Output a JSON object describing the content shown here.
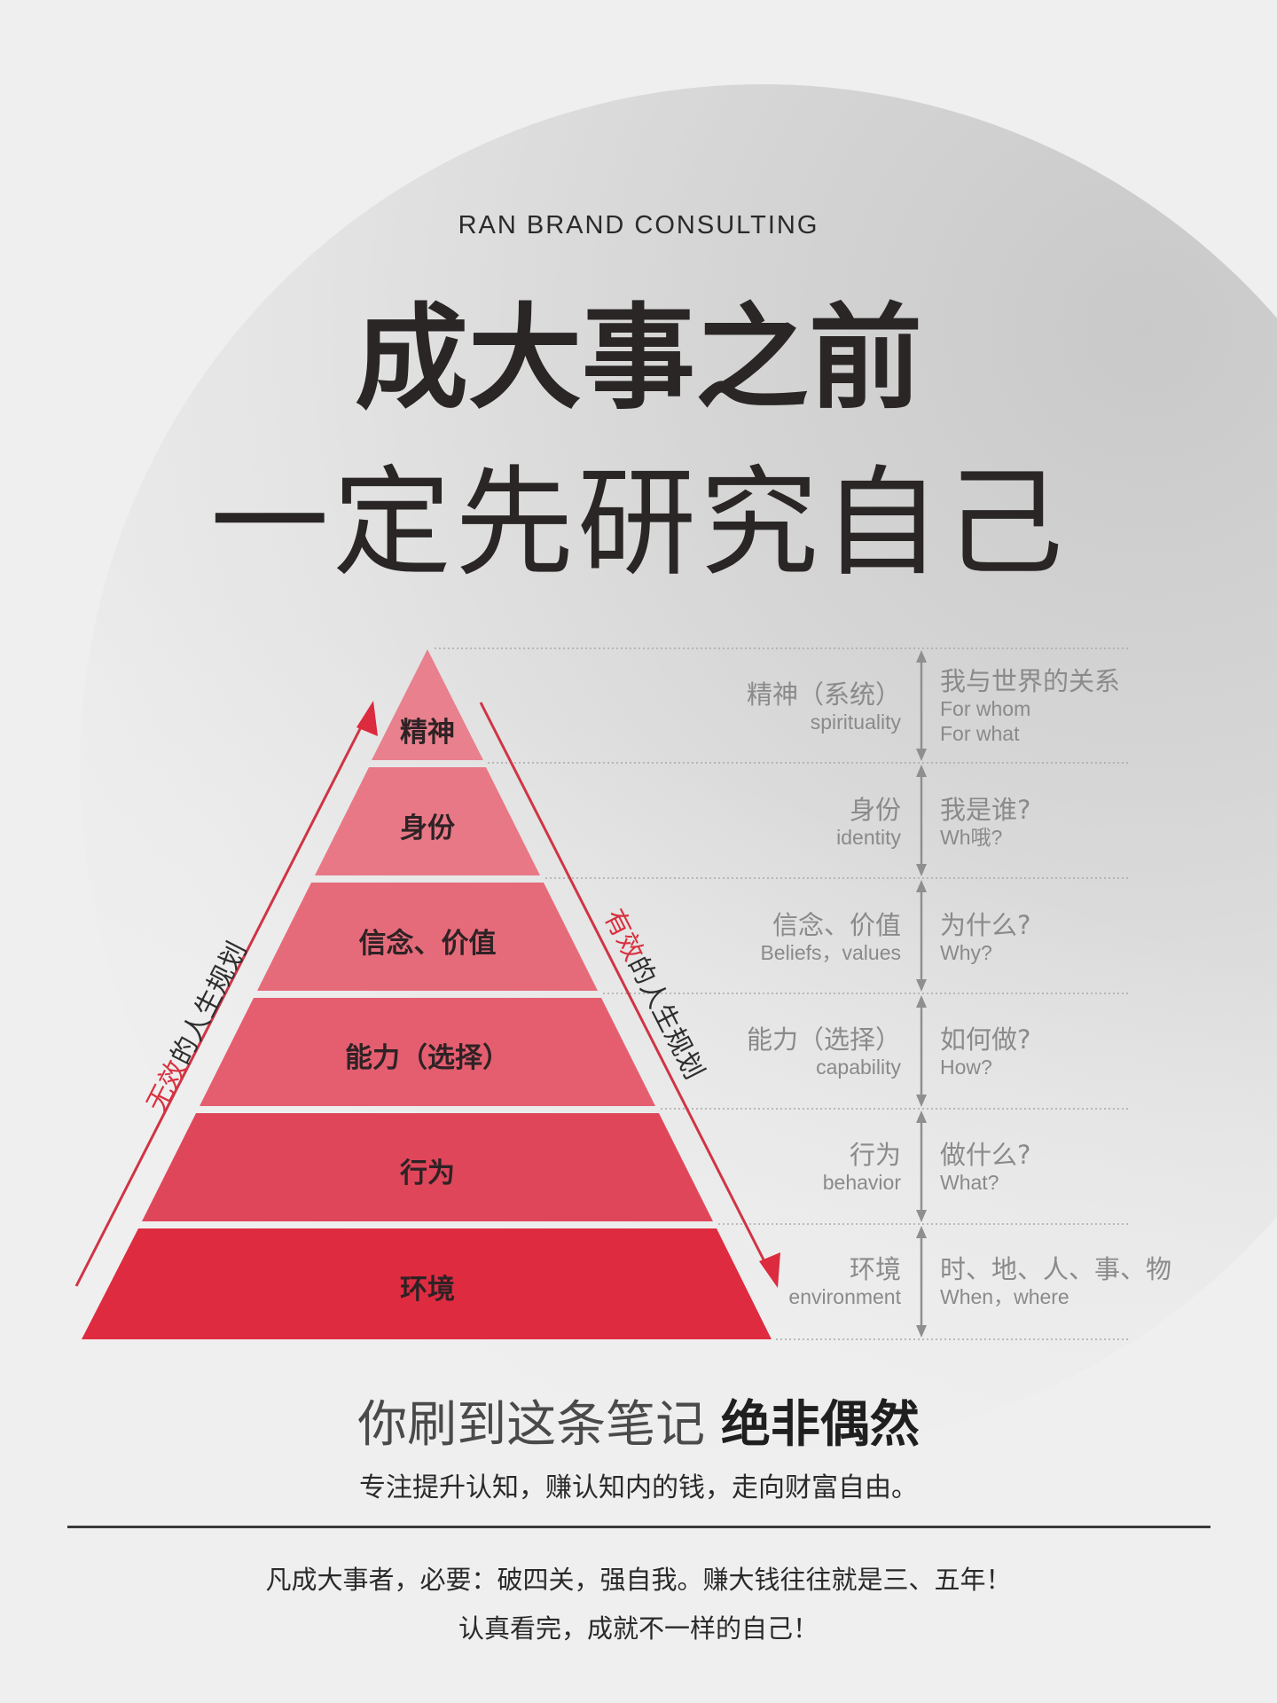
{
  "header": {
    "brand": "RAN BRAND CONSULTING",
    "title_line1": "成大事之前",
    "title_line2": "一定先研究自己"
  },
  "pyramid": {
    "tiers": [
      {
        "label": "精神",
        "color": "#e8808d"
      },
      {
        "label": "身份",
        "color": "#e87886"
      },
      {
        "label": "信念、价值",
        "color": "#e66b7a"
      },
      {
        "label": "能力（选择）",
        "color": "#e45e6f"
      },
      {
        "label": "行为",
        "color": "#e0465a"
      },
      {
        "label": "环境",
        "color": "#de2b40"
      }
    ],
    "left_arrow": {
      "highlight": "无效",
      "rest": "的人生规划"
    },
    "right_arrow": {
      "highlight": "有效",
      "rest": "的人生规划"
    },
    "accent_color": "#d9303f"
  },
  "levels": [
    {
      "zh": "精神（系统）",
      "en": "spirituality",
      "q_zh": "我与世界的关系",
      "q_en": [
        "For whom",
        "For what"
      ]
    },
    {
      "zh": "身份",
      "en": "identity",
      "q_zh": "我是谁?",
      "q_en": [
        "Wh哦?"
      ]
    },
    {
      "zh": "信念、价值",
      "en": "Beliefs，values",
      "q_zh": "为什么?",
      "q_en": [
        "Why?"
      ]
    },
    {
      "zh": "能力（选择）",
      "en": "capability",
      "q_zh": "如何做?",
      "q_en": [
        "How?"
      ]
    },
    {
      "zh": "行为",
      "en": "behavior",
      "q_zh": "做什么?",
      "q_en": [
        "What?"
      ]
    },
    {
      "zh": "环境",
      "en": "environment",
      "q_zh": "时、地、人、事、物",
      "q_en": [
        "When，where"
      ]
    }
  ],
  "tagline": {
    "light": "你刷到这条笔记",
    "bold": "绝非偶然",
    "sub": "专注提升认知，赚认知内的钱，走向财富自由。"
  },
  "footer": {
    "line1": "凡成大事者，必要：破四关，强自我。赚大钱往往就是三、五年！",
    "line2": "认真看完，成就不一样的自己！"
  }
}
